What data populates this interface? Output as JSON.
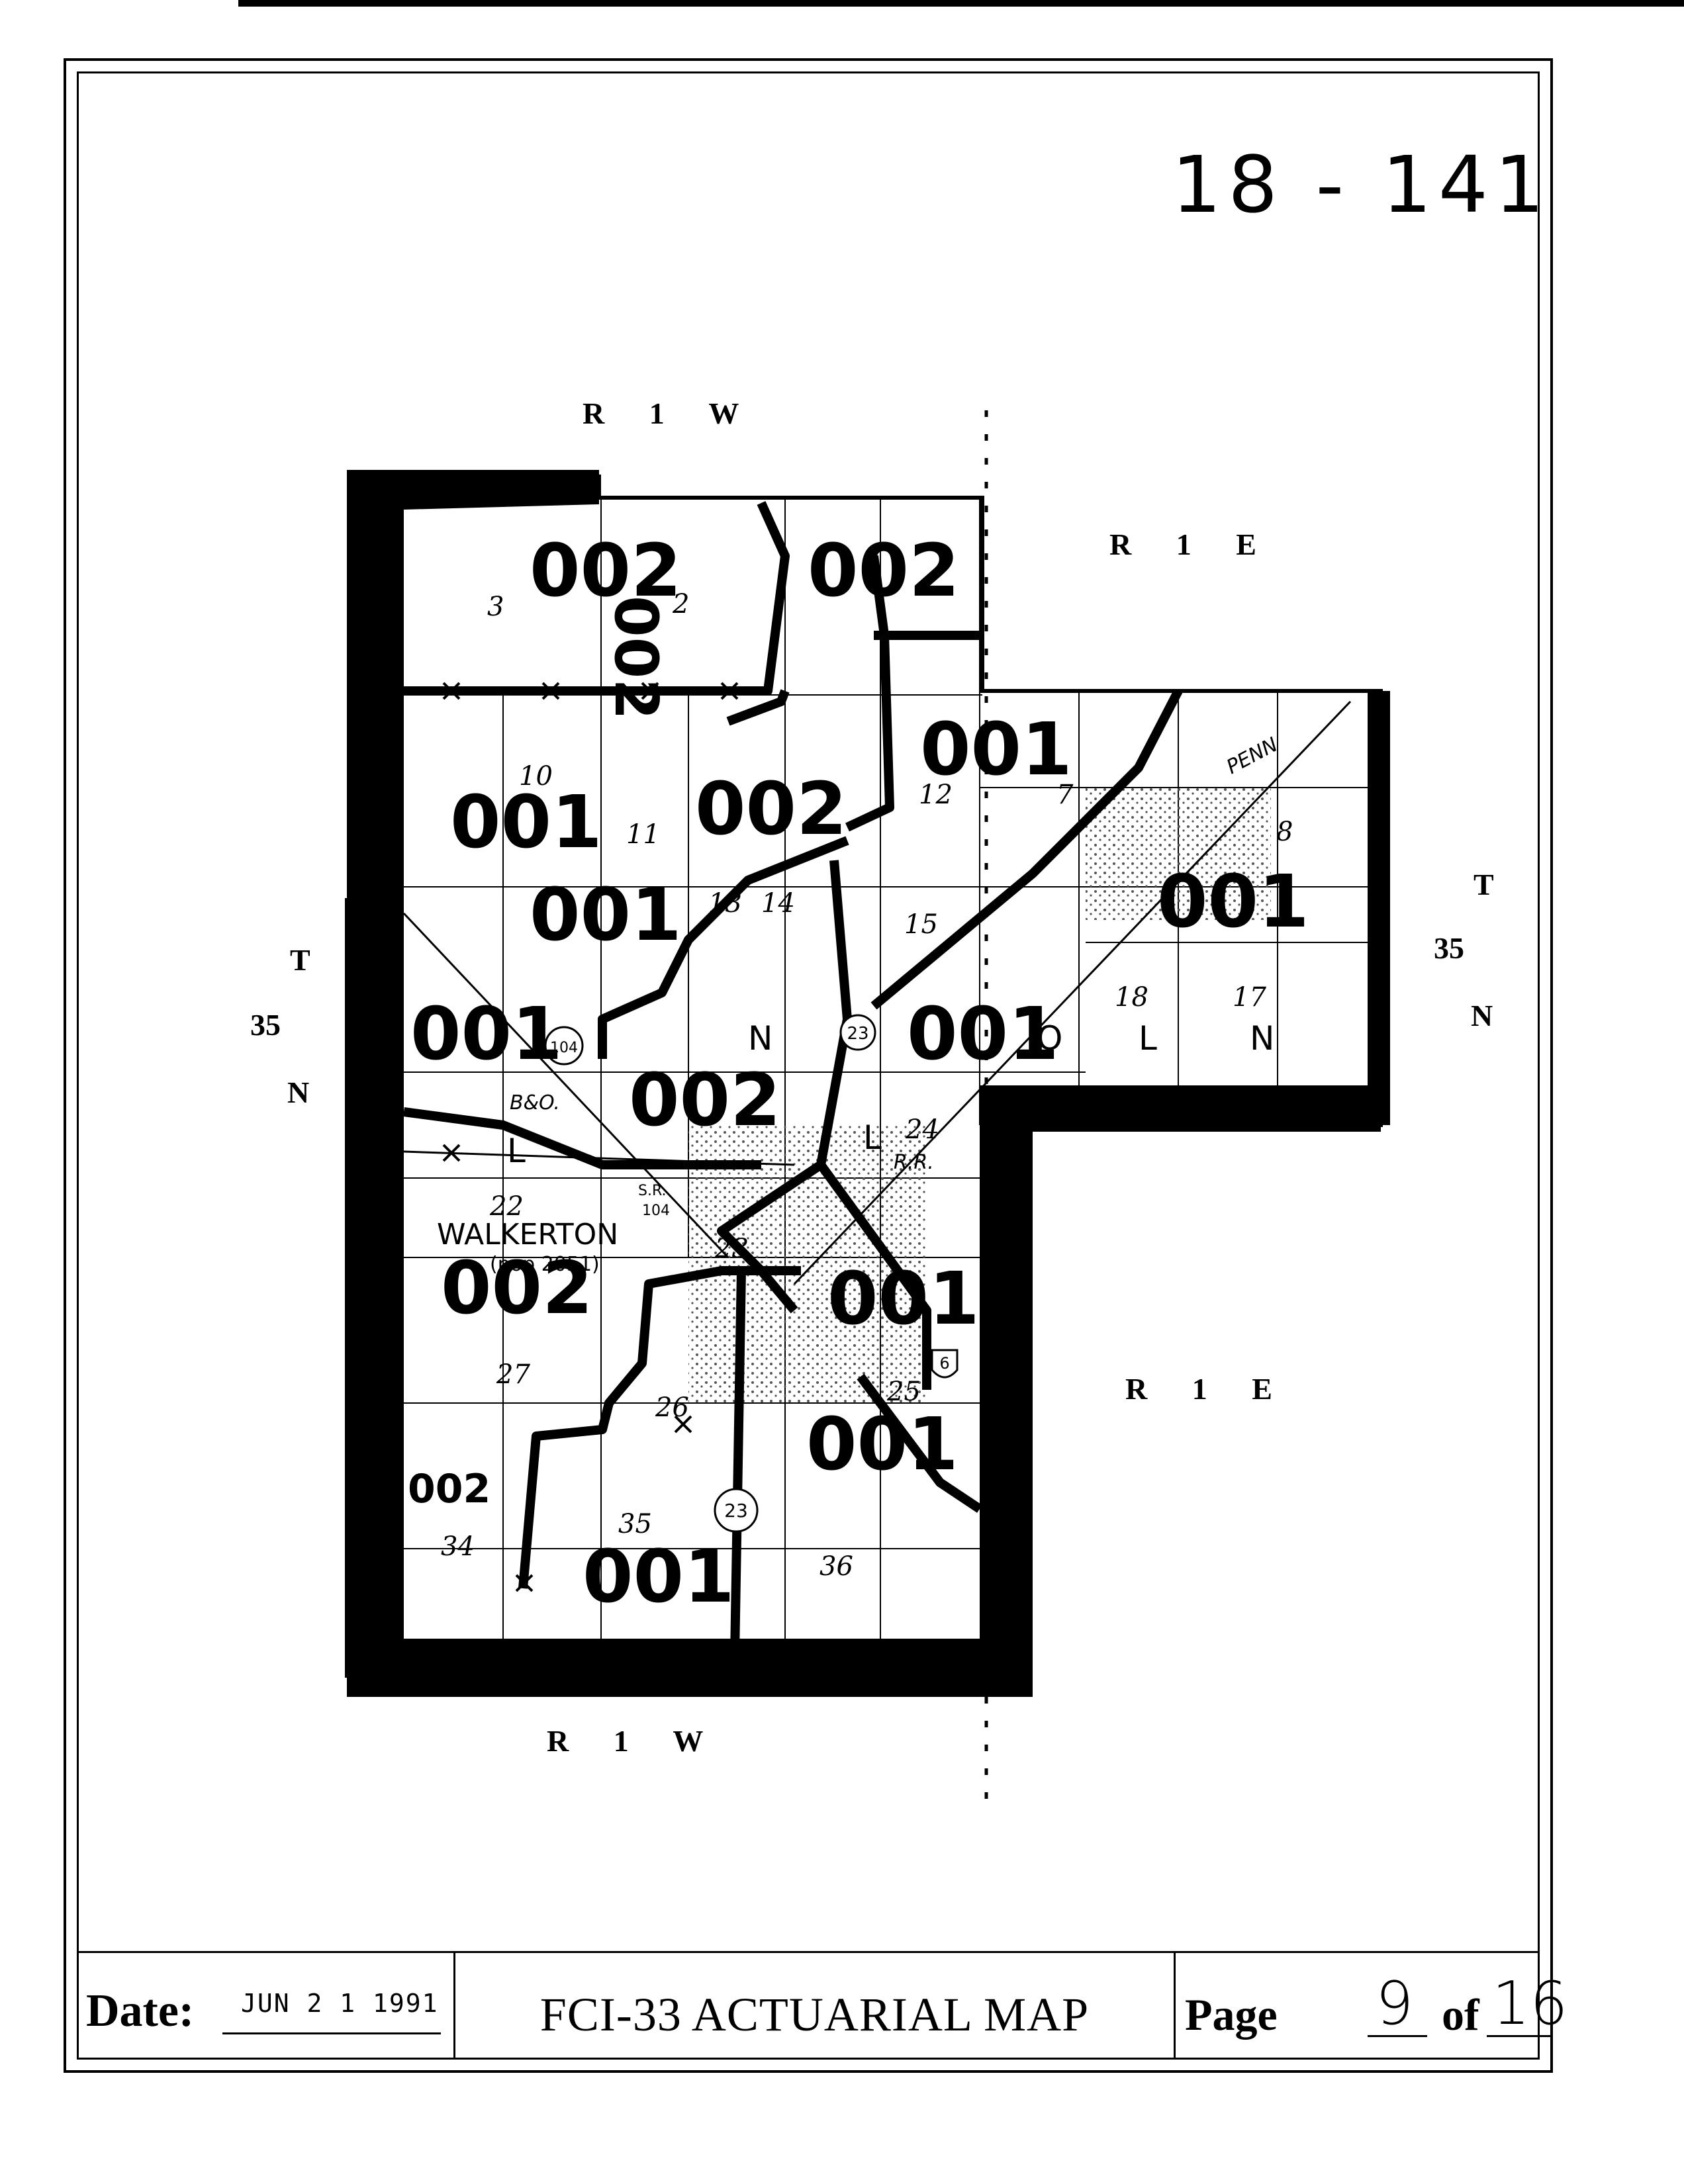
{
  "sheet": {
    "number": "18 - 141"
  },
  "range_labels": {
    "top": "R 1 W",
    "bottom": "R 1 W",
    "right_upper": "R 1 E",
    "right_lower": "R 1 E"
  },
  "township_labels": {
    "left": [
      "T",
      "35",
      "N"
    ],
    "right": [
      "T",
      "35",
      "N"
    ]
  },
  "map": {
    "place_name": "WALKERTON",
    "place_sub": "(pop 2051)",
    "railroad_name": "PENN",
    "railroad_abbrev": "R.R.",
    "rail_b_o": "B&O.",
    "state_route_label": "S.R.",
    "state_route_number": "104",
    "shield_labels": [
      "23",
      "23",
      "104",
      "6"
    ],
    "territory_codes": [
      "002",
      "002",
      "001",
      "001",
      "002",
      "001",
      "001",
      "001",
      "001",
      "002",
      "002",
      "001",
      "002",
      "001",
      "001",
      "002"
    ],
    "section_numbers": [
      "3",
      "2",
      "10",
      "11",
      "12",
      "7",
      "8",
      "15",
      "13",
      "14",
      "18",
      "17",
      "24",
      "22",
      "23",
      "27",
      "26",
      "25",
      "34",
      "35",
      "36"
    ],
    "letters": [
      "N",
      "L",
      "N",
      "L",
      "L",
      "O"
    ]
  },
  "footer": {
    "date_label": "Date:",
    "date_value": "JUN 2 1 1991",
    "title": "FCI-33 ACTUARIAL MAP",
    "page_label": "Page",
    "page_current": "9",
    "page_of": "of",
    "page_total": "16"
  },
  "colors": {
    "ink": "#000000",
    "paper": "#ffffff",
    "stipple": "#888888"
  }
}
